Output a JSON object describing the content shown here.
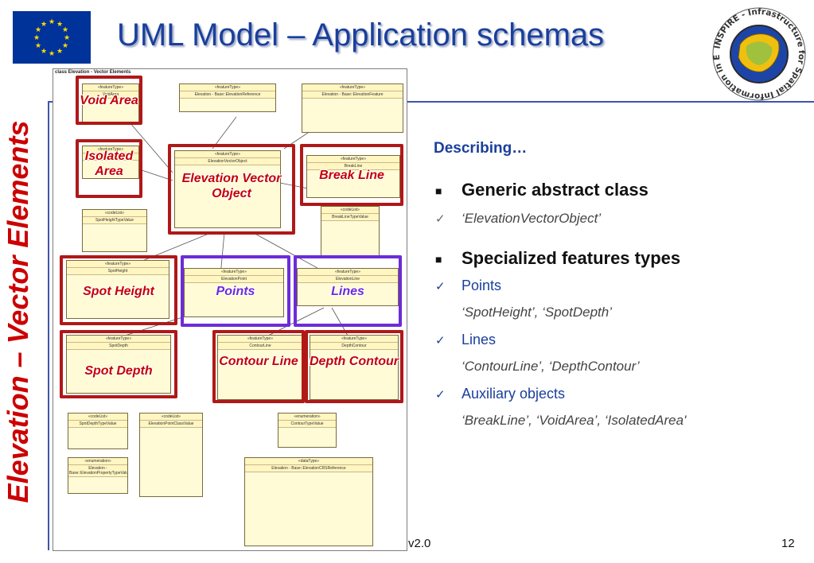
{
  "header": {
    "title": "UML Model – Application schemas",
    "side_title": "Elevation – Vector Elements",
    "eu_logo": "eu-flag",
    "inspire_logo": "inspire-logo",
    "inspire_logo_ring_text": "INSPIRE - Infrastructure for Spatial Information in Europe"
  },
  "diagram": {
    "name": "class Elevation - Vector Elements",
    "classes": [
      {
        "stereotype": "«featureType»",
        "name": "VoidArea"
      },
      {
        "stereotype": "«featureType»",
        "name": "IsolatedArea"
      },
      {
        "stereotype": "«featureType»",
        "name": "Elevation - Base::ElevationReference"
      },
      {
        "stereotype": "«featureType»",
        "name": "Elevation - Base::ElevationFeature"
      },
      {
        "stereotype": "«featureType»",
        "name": "ElevationVectorObject"
      },
      {
        "stereotype": "«featureType»",
        "name": "BreakLine"
      },
      {
        "stereotype": "«codeList»",
        "name": "SpotHeightTypeValue"
      },
      {
        "stereotype": "«codeList»",
        "name": "BreakLineTypeValue"
      },
      {
        "stereotype": "«featureType»",
        "name": "SpotHeight"
      },
      {
        "stereotype": "«featureType»",
        "name": "ElevationPoint"
      },
      {
        "stereotype": "«featureType»",
        "name": "ElevationLine"
      },
      {
        "stereotype": "«featureType»",
        "name": "SpotDepth"
      },
      {
        "stereotype": "«featureType»",
        "name": "ContourLine"
      },
      {
        "stereotype": "«featureType»",
        "name": "DepthContour"
      },
      {
        "stereotype": "«codeList»",
        "name": "SpotDepthTypeValue"
      },
      {
        "stereotype": "«codeList»",
        "name": "ElevationPointClassValue"
      },
      {
        "stereotype": "«enumeration»",
        "name": "ContourTypeValue"
      },
      {
        "stereotype": "«enumeration»",
        "name": "Elevation - Base::ElevationPropertyTypeValue"
      },
      {
        "stereotype": "«dataType»",
        "name": "Elevation - Base::ElevationCRSReference"
      }
    ],
    "labels": {
      "void_area": "Void Area",
      "isolated_area": "Isolated Area",
      "elevation_vector_object": "Elevation Vector Object",
      "break_line": "Break Line",
      "spot_height": "Spot Height",
      "points": "Points",
      "lines": "Lines",
      "spot_depth": "Spot Depth",
      "contour_line": "Contour Line",
      "depth_contour": "Depth Contour"
    },
    "highlight_color_red": "#b01818",
    "highlight_color_blue": "#6c2cd8"
  },
  "content": {
    "heading": "Describing…",
    "bullet1": "Generic abstract class",
    "bullet1_example": "‘ElevationVectorObject’",
    "bullet2": "Specialized features types",
    "points_label": "Points",
    "points_examples": "‘SpotHeight’, ‘SpotDepth’",
    "lines_label": "Lines",
    "lines_examples": "‘ContourLine’, ‘DepthContour’",
    "aux_label": "Auxiliary objects",
    "aux_examples": "‘BreakLine’, ‘VoidArea’, ‘IsolatedArea'"
  },
  "footer": {
    "version": "v2.0",
    "page_number": "12"
  },
  "colors": {
    "title": "#1a3f9c",
    "side_title": "#cc0000",
    "rule_line": "#3e55a8"
  }
}
